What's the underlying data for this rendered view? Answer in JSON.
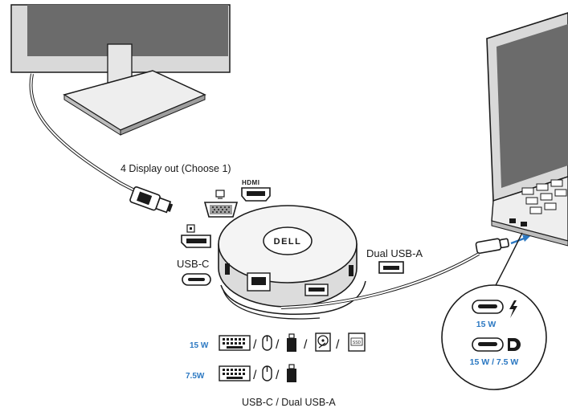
{
  "labels": {
    "display_out": "4 Display out (Choose 1)",
    "hdmi": "HDMI",
    "usb_c": "USB-C",
    "dual_usb_a": "Dual USB-A",
    "usb_c_dual_usb_a": "USB-C / Dual USB-A",
    "brand": "DELL"
  },
  "power_rows": [
    {
      "watt": "15 W",
      "devices": [
        "keyboard-icon",
        "mouse-icon",
        "usb-drive-icon",
        "hdd-icon",
        "ssd-icon"
      ]
    },
    {
      "watt": "7.5W",
      "devices": [
        "keyboard-icon",
        "mouse-icon",
        "usb-drive-icon"
      ]
    }
  ],
  "callout": {
    "tb_watt": "15 W",
    "dp_watt": "15 W / 7.5 W",
    "ssd_text": "SSD"
  },
  "colors": {
    "accent_blue": "#2b78c2",
    "line": "#1a1a1a",
    "screen": "#6b6b6b",
    "hub_top": "#f4f4f4"
  }
}
